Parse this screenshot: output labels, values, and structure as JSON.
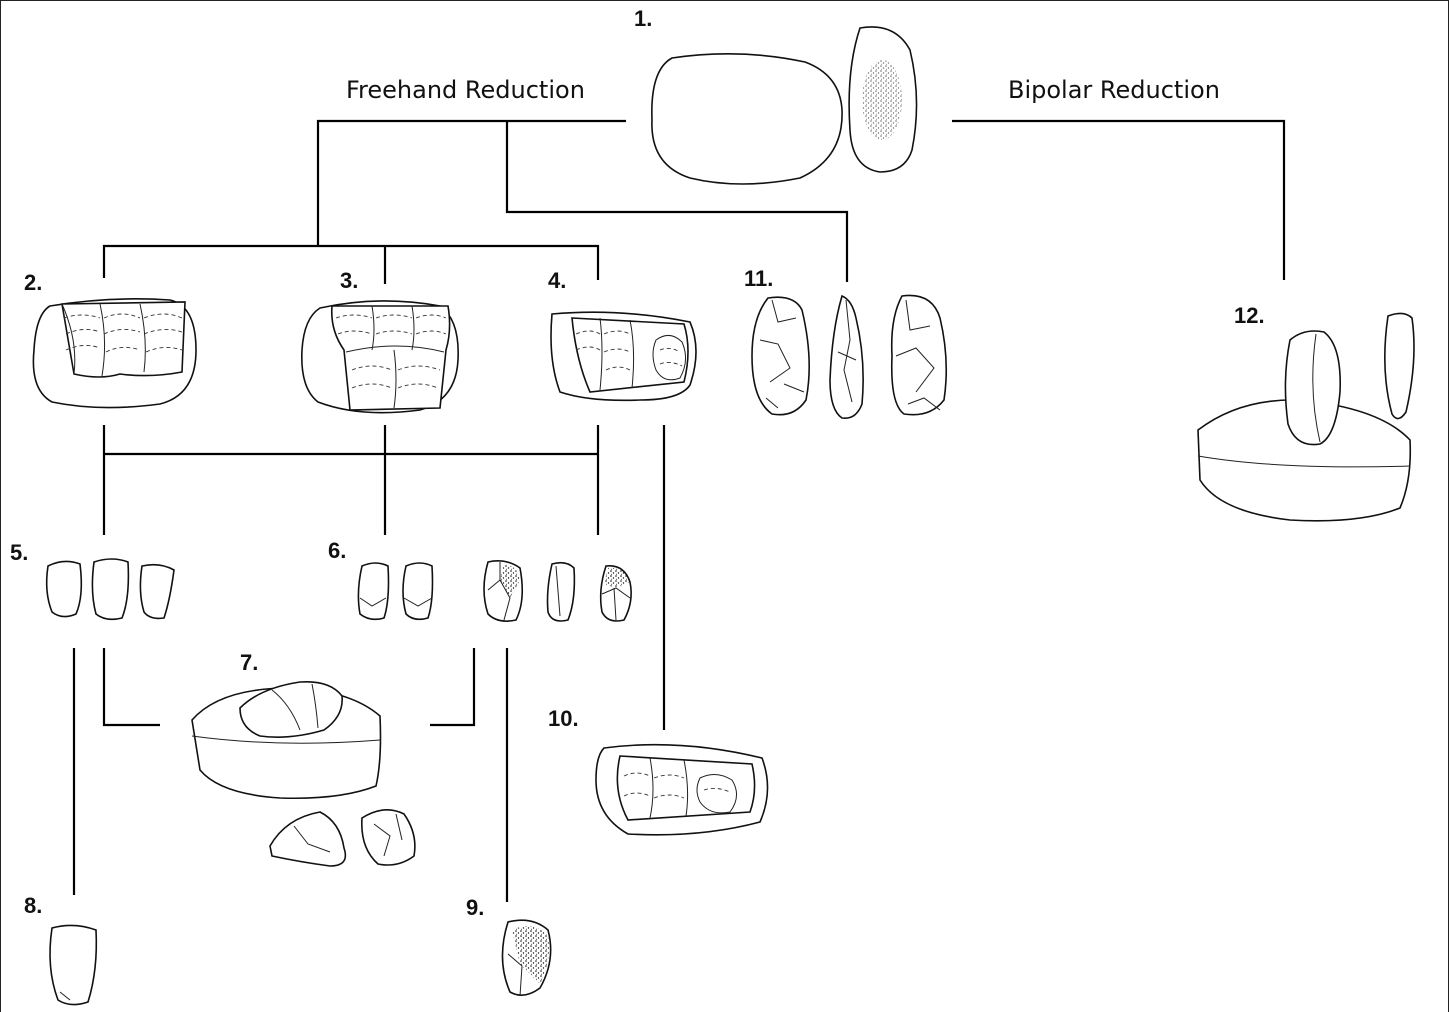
{
  "branches": {
    "freehand": "Freehand Reduction",
    "bipolar": "Bipolar Reduction"
  },
  "labels": [
    "1.",
    "2.",
    "3.",
    "4.",
    "5.",
    "6.",
    "7.",
    "8.",
    "9.",
    "10.",
    "11.",
    "12."
  ]
}
